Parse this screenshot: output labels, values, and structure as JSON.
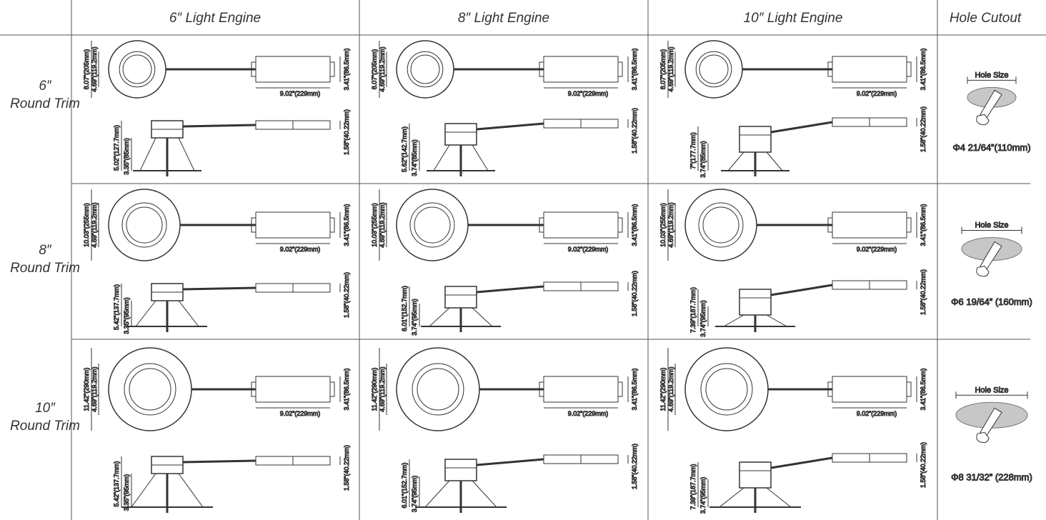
{
  "columns": [
    "6″ Light Engine",
    "8″ Light Engine",
    "10″ Light Engine",
    "Hole Cutout"
  ],
  "rows": [
    {
      "label_line1": "6″",
      "label_line2": "Round Trim",
      "hole": {
        "label": "Hole Size",
        "dim": "Φ4 21/64”(110mm)"
      },
      "cells": [
        {
          "outer": "8.07”(205mm)",
          "inner": "4.69”(119.2mm)",
          "driver_len": "9.02”(229mm)",
          "driver_h": "3.41”(86.5mm)",
          "total_h": "5.02”(127.7mm)",
          "body_h": "3.35”(85mm)",
          "side_h": "1.58”(40.22mm)"
        },
        {
          "outer": "8.07”(205mm)",
          "inner": "4.69”(119.2mm)",
          "driver_len": "9.02”(229mm)",
          "driver_h": "3.41”(86.5mm)",
          "total_h": "5.62”(142.7mm)",
          "body_h": "3.74”(85mm)",
          "side_h": "1.58”(40.22mm)"
        },
        {
          "outer": "8.07”(205mm)",
          "inner": "4.69”(119.2mm)",
          "driver_len": "9.02”(229mm)",
          "driver_h": "3.41”(86.5mm)",
          "total_h": "7”(177.7mm)",
          "body_h": "3.74”(85mm)",
          "side_h": "1.58”(40.22mm)"
        }
      ]
    },
    {
      "label_line1": "8″",
      "label_line2": "Round Trim",
      "hole": {
        "label": "Hole Size",
        "dim": "Φ6 19/64” (160mm)"
      },
      "cells": [
        {
          "outer": "10.03”(255mm)",
          "inner": "4.69”(119.2mm)",
          "driver_len": "9.02”(229mm)",
          "driver_h": "3.41”(86.5mm)",
          "total_h": "5.42”(137.7mm)",
          "body_h": "3.35”(95mm)",
          "side_h": "1.58”(40.22mm)"
        },
        {
          "outer": "10.03”(255mm)",
          "inner": "4.69”(119.2mm)",
          "driver_len": "9.02”(229mm)",
          "driver_h": "3.41”(86.5mm)",
          "total_h": "6.01”(152.7mm)",
          "body_h": "3.74”(95mm)",
          "side_h": "1.58”(40.22mm)"
        },
        {
          "outer": "10.03”(255mm)",
          "inner": "4.69”(119.2mm)",
          "driver_len": "9.02”(229mm)",
          "driver_h": "3.41”(86.5mm)",
          "total_h": "7.39”(187.7mm)",
          "body_h": "3.74”(95mm)",
          "side_h": "1.58”(40.22mm)"
        }
      ]
    },
    {
      "label_line1": "10″",
      "label_line2": "Round Trim",
      "hole": {
        "label": "Hole Size",
        "dim": "Φ8 31/32” (228mm)"
      },
      "cells": [
        {
          "outer": "11.42”(290mm)",
          "inner": "4.69”(119.2mm)",
          "driver_len": "9.02”(229mm)",
          "driver_h": "3.41”(86.5mm)",
          "total_h": "5.42”(137.7mm)",
          "body_h": "3.35”(95mm)",
          "side_h": "1.58”(40.22mm)"
        },
        {
          "outer": "11.42”(290mm)",
          "inner": "4.69”(119.2mm)",
          "driver_len": "9.02”(229mm)",
          "driver_h": "3.41”(86.5mm)",
          "total_h": "6.01”(152.7mm)",
          "body_h": "3.74”(95mm)",
          "side_h": "1.58”(40.22mm)"
        },
        {
          "outer": "11.42”(290mm)",
          "inner": "4.69”(119.2mm)",
          "driver_len": "9.02”(229mm)",
          "driver_h": "3.41”(86.5mm)",
          "total_h": "7.39”(187.7mm)",
          "body_h": "3.74”(95mm)",
          "side_h": "1.58”(40.22mm)"
        }
      ]
    }
  ]
}
